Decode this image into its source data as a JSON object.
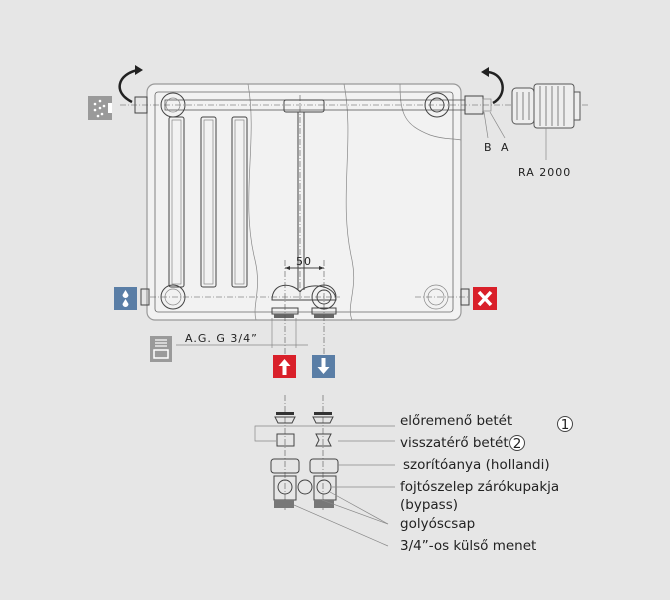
{
  "diagram": {
    "dimension_spacing": "50",
    "thread_label": "A.G.   G 3/4”",
    "label_b": "B",
    "label_a": "A",
    "thermostat_label": "RA 2000",
    "colors": {
      "red": "#d9202a",
      "blue": "#5a7ea6",
      "gray": "#9a9a9a"
    }
  },
  "legend": {
    "items": [
      "előremenő betét",
      "visszatérő betét",
      "szorítóanya (hollandi)",
      "fojtószelep zárókupakja",
      "(bypass)",
      "golyóscsap",
      "3/4”-os külső menet"
    ],
    "badge1": "1",
    "badge2": "2"
  },
  "icons": [
    "vent-icon",
    "water-drain-icon",
    "close-x-icon",
    "thread-fitting-icon",
    "flow-up-arrow-icon",
    "return-down-arrow-icon",
    "rotate-arrow-icon"
  ]
}
